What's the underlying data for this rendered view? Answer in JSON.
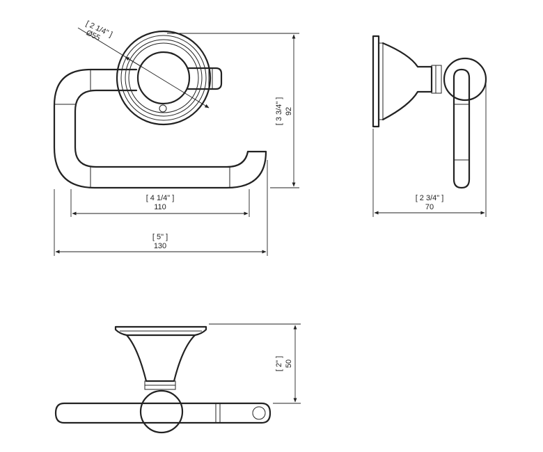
{
  "dimensions": {
    "diameter": {
      "imperial": "[ 2 1/4\" ]",
      "metric": "Ø55"
    },
    "height": {
      "imperial": "[ 3 3/4\" ]",
      "metric": "92"
    },
    "bar_length": {
      "imperial": "[ 4 1/4\" ]",
      "metric": "110"
    },
    "overall_width": {
      "imperial": "[ 5\" ]",
      "metric": "130"
    },
    "projection": {
      "imperial": "[ 2 3/4\" ]",
      "metric": "70"
    },
    "depth": {
      "imperial": "[ 2\" ]",
      "metric": "50"
    }
  }
}
